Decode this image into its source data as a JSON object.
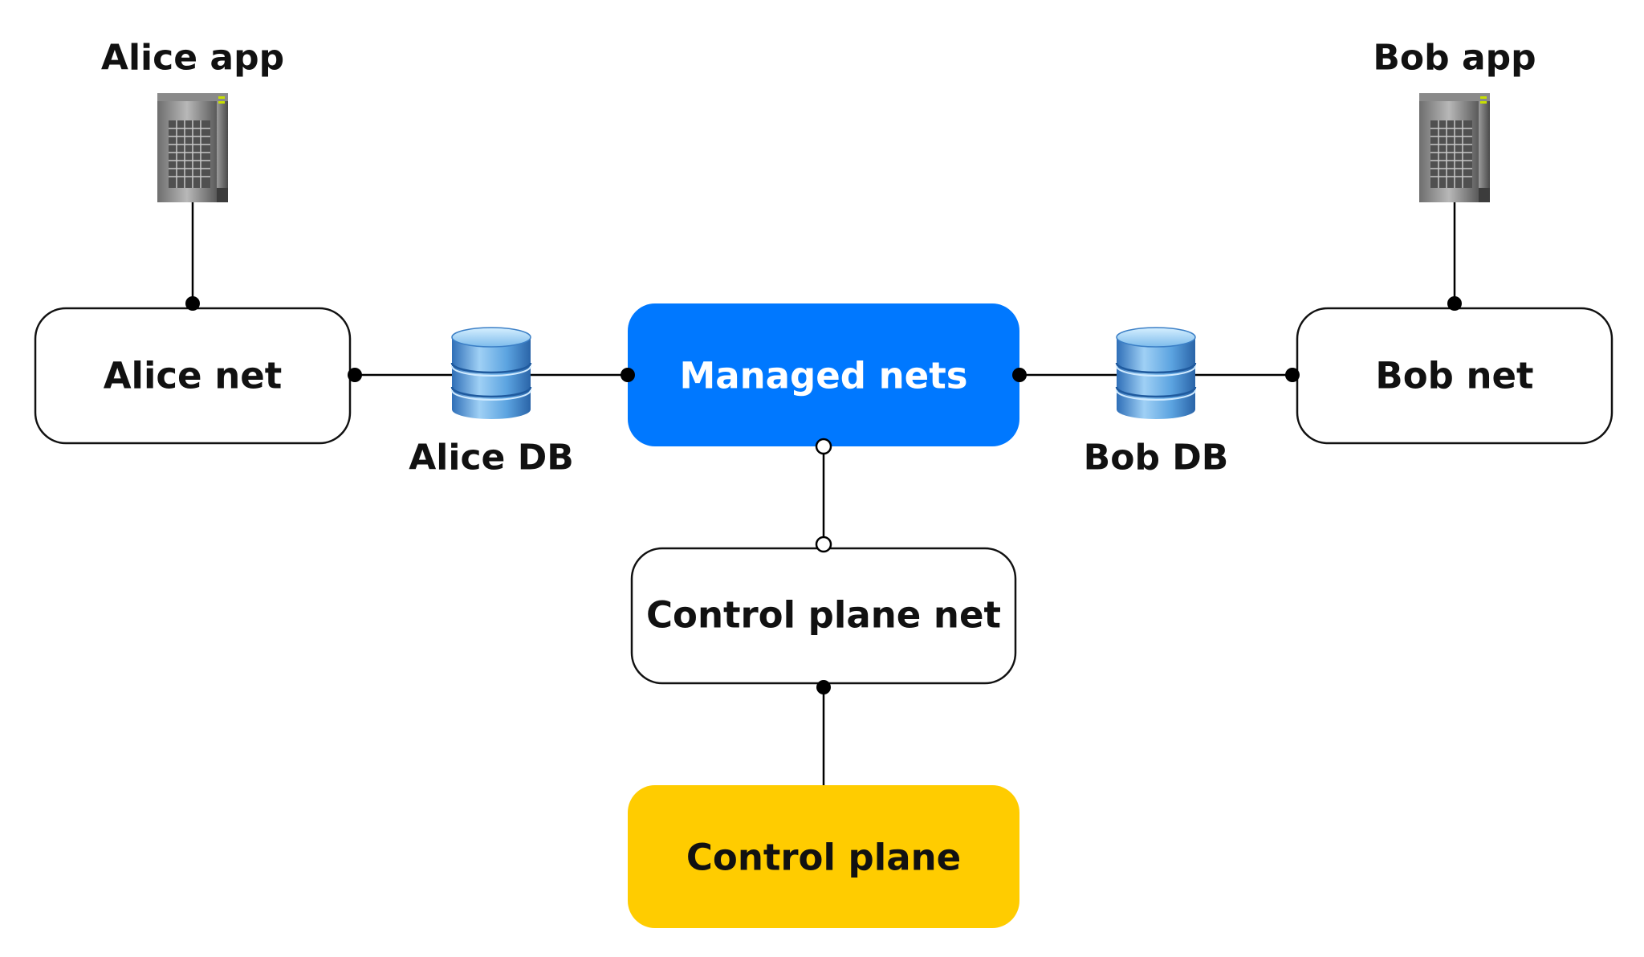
{
  "nodes": {
    "alice_app": {
      "label": "Alice app",
      "icon": "server-icon"
    },
    "bob_app": {
      "label": "Bob app",
      "icon": "server-icon"
    },
    "alice_net": {
      "label": "Alice net"
    },
    "bob_net": {
      "label": "Bob net"
    },
    "managed_nets": {
      "label": "Managed nets",
      "fill": "#0078FF",
      "text_color": "#FFFFFF"
    },
    "alice_db": {
      "label": "Alice DB",
      "icon": "database-icon"
    },
    "bob_db": {
      "label": "Bob DB",
      "icon": "database-icon"
    },
    "control_plane_net": {
      "label": "Control plane net"
    },
    "control_plane": {
      "label": "Control plane",
      "fill": "#FFCC00",
      "text_color": "#111111"
    }
  },
  "edges": [
    {
      "from": "alice_app",
      "to": "alice_net",
      "end": "filled-dot"
    },
    {
      "from": "bob_app",
      "to": "bob_net",
      "end": "filled-dot"
    },
    {
      "from": "alice_net",
      "to": "alice_db",
      "end": "filled-dot"
    },
    {
      "from": "alice_db",
      "to": "managed_nets",
      "end": "filled-dot"
    },
    {
      "from": "managed_nets",
      "to": "bob_db",
      "end": "filled-dot"
    },
    {
      "from": "bob_db",
      "to": "bob_net",
      "end": "filled-dot"
    },
    {
      "from": "managed_nets",
      "to": "control_plane_net",
      "end": "hollow-dot"
    },
    {
      "from": "control_plane_net",
      "to": "control_plane",
      "end": "filled-dot"
    }
  ],
  "colors": {
    "line": "#000000",
    "box_border": "#111111",
    "box_fill": "#FFFFFF",
    "db_blue": "#4A90D9"
  }
}
